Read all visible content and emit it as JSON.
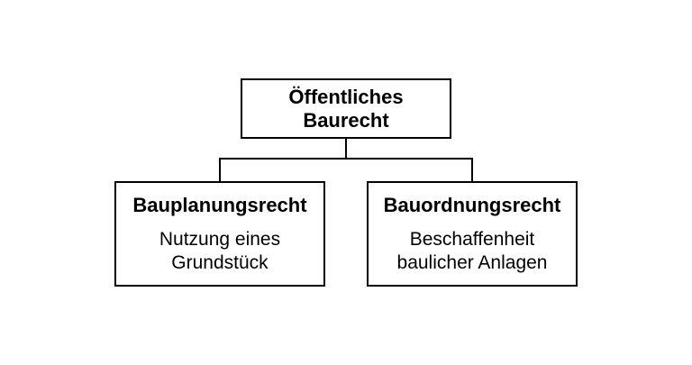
{
  "root": {
    "line1": "Öffentliches",
    "line2": "Baurecht"
  },
  "children": [
    {
      "title": "Bauplanungsrecht",
      "desc_line1": "Nutzung eines",
      "desc_line2": "Grundstück"
    },
    {
      "title": "Bauordnungsrecht",
      "desc_line1": "Beschaffenheit",
      "desc_line2": "baulicher Anlagen"
    }
  ]
}
